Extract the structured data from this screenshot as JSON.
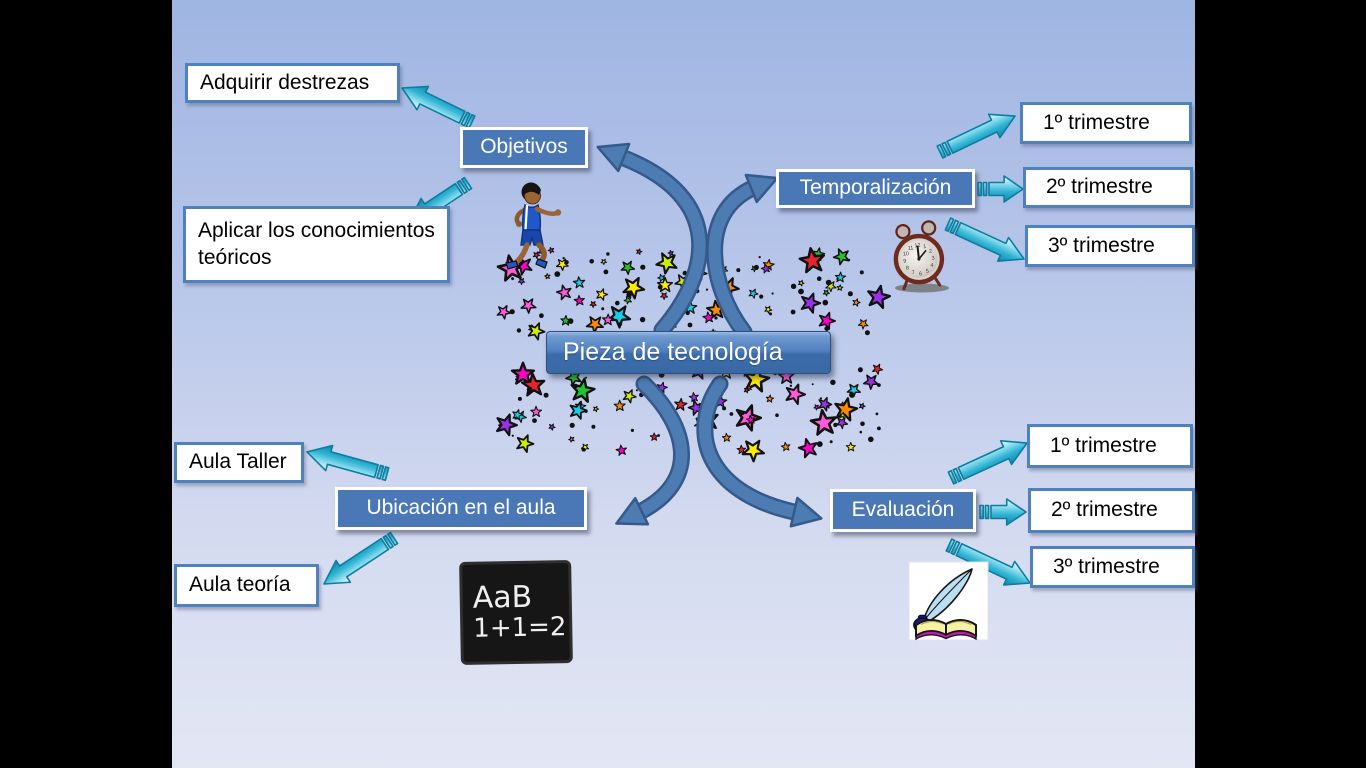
{
  "diagram": {
    "center": {
      "label": "Pieza de tecnología"
    },
    "branches": {
      "objetivos": {
        "label": "Objetivos",
        "children": {
          "c1": "Adquirir destrezas",
          "c2": "Aplicar los conocimientos teóricos"
        }
      },
      "temporalizacion": {
        "label": "Temporalización",
        "children": {
          "c1": "1º trimestre",
          "c2": "2º trimestre",
          "c3": "3º trimestre"
        }
      },
      "ubicacion": {
        "label": "Ubicación en el aula",
        "children": {
          "c1": "Aula Taller",
          "c2": "Aula teoría"
        }
      },
      "evaluacion": {
        "label": "Evaluación",
        "children": {
          "c1": "1º trimestre",
          "c2": "2º trimestre",
          "c3": "3º trimestre"
        }
      }
    }
  },
  "blackboard": {
    "line1": "AaB",
    "line2": "1+1=2"
  },
  "icons": {
    "runner": "runner-icon",
    "clock": "alarm-clock-icon",
    "blackboard": "blackboard-icon",
    "quill_book": "quill-and-book-icon",
    "stars": "stars-decoration"
  },
  "colors": {
    "accent_blue": "#4f81bd",
    "category_box_fill": "#4a78b6",
    "leaf_box_border": "#4f81bd",
    "center_box_gradient_top": "#7fa5d6",
    "center_box_gradient_bottom": "#3a68a4",
    "cyan_arrow": "#2fb3d4",
    "curved_arrow": "#4d7cb2",
    "background_top": "#9fb5e2",
    "background_bottom": "#e3e7f4",
    "star_palette": [
      "#ff00cc",
      "#ff8a00",
      "#22c42e",
      "#ffec00",
      "#14cfe6",
      "#9b30e8",
      "#e82330",
      "#ccee00",
      "#ff5ad9"
    ]
  }
}
